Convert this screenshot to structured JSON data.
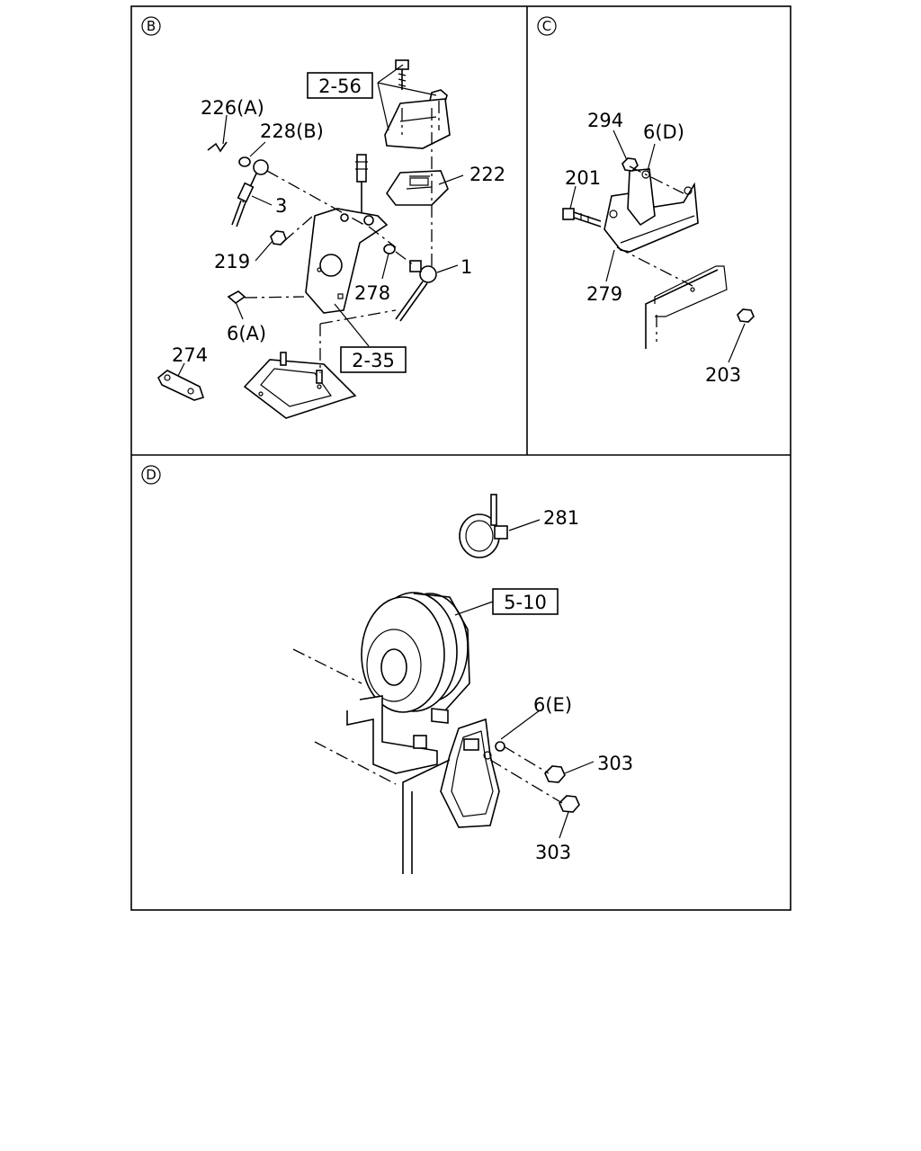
{
  "panels": {
    "B": {
      "letter": "B"
    },
    "C": {
      "letter": "C"
    },
    "D": {
      "letter": "D"
    }
  },
  "callouts": {
    "b_2_56": "2-56",
    "b_226a": "226(A)",
    "b_228b": "228(B)",
    "b_222": "222",
    "b_3": "3",
    "b_219": "219",
    "b_1": "1",
    "b_278": "278",
    "b_6a": "6(A)",
    "b_2_35": "2-35",
    "b_274": "274",
    "c_294": "294",
    "c_6d": "6(D)",
    "c_201": "201",
    "c_279": "279",
    "c_203": "203",
    "d_281": "281",
    "d_5_10": "5-10",
    "d_6e": "6(E)",
    "d_303a": "303",
    "d_303b": "303"
  }
}
